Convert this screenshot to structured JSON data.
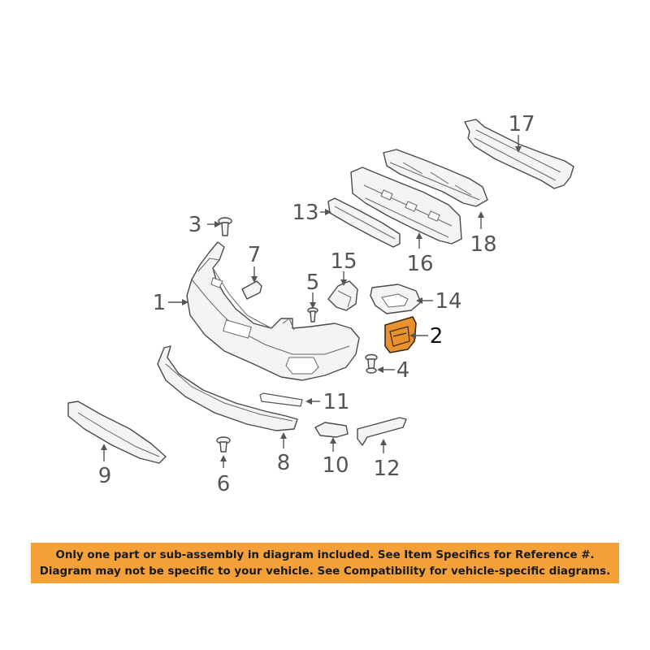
{
  "callouts": {
    "c1": "1",
    "c2": "2",
    "c3": "3",
    "c4": "4",
    "c5": "5",
    "c6": "6",
    "c7": "7",
    "c8": "8",
    "c9": "9",
    "c10": "10",
    "c11": "11",
    "c12": "12",
    "c13": "13",
    "c14": "14",
    "c15": "15",
    "c16": "16",
    "c17": "17",
    "c18": "18"
  },
  "notice": {
    "line1": "Only one part or sub-assembly in diagram included. See Item Specifics for Reference #.",
    "line2": "Diagram may not be specific to your vehicle. See Compatibility for vehicle-specific diagrams."
  },
  "colors": {
    "highlight_part": "#e8912d",
    "notice_background": "#f5a13a"
  }
}
